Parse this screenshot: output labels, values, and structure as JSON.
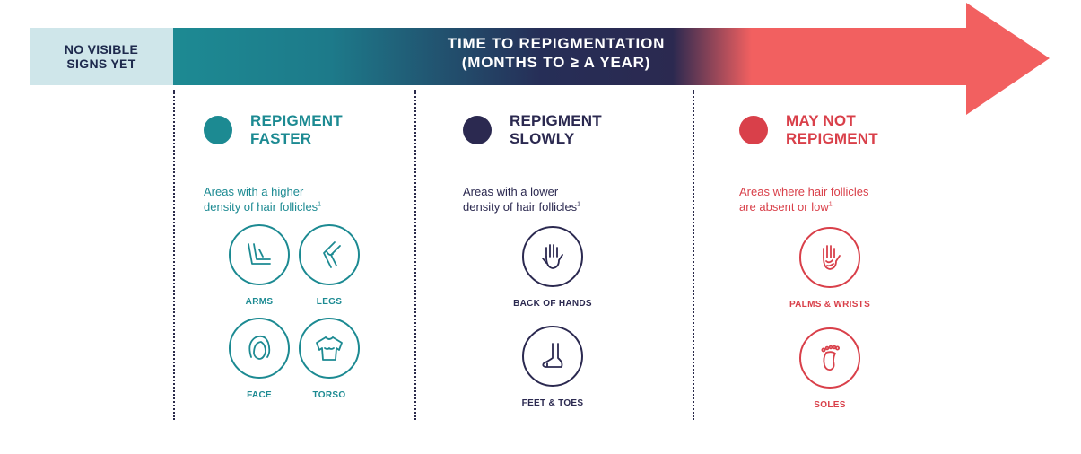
{
  "timeline": {
    "start_label": "NO VISIBLE\nSIGNS YET",
    "arrow_title_line1": "TIME TO REPIGMENTATION",
    "arrow_title_line2": "(MONTHS TO ≥ A YEAR)",
    "colors": {
      "start_box": "#cfe6ea",
      "teal": "#1d8a93",
      "navy": "#2b2950",
      "coral": "#f26060"
    }
  },
  "columns": [
    {
      "heading": "REPIGMENT\nFASTER",
      "description": "Areas with a higher\ndensity of hair follicles",
      "superscript": "1",
      "color": "#1c8a92",
      "areas": [
        {
          "label": "ARMS",
          "icon": "arm-icon"
        },
        {
          "label": "LEGS",
          "icon": "leg-icon"
        },
        {
          "label": "FACE",
          "icon": "face-icon"
        },
        {
          "label": "TORSO",
          "icon": "torso-icon"
        }
      ]
    },
    {
      "heading": "REPIGMENT\nSLOWLY",
      "description": "Areas with a lower\ndensity of hair follicles",
      "superscript": "1",
      "color": "#2b2950",
      "areas": [
        {
          "label": "BACK OF HANDS",
          "icon": "back-of-hand-icon"
        },
        {
          "label": "FEET & TOES",
          "icon": "foot-icon"
        }
      ]
    },
    {
      "heading": "MAY NOT\nREPIGMENT",
      "description": "Areas where hair follicles\nare absent or low",
      "superscript": "1",
      "color": "#d9404a",
      "areas": [
        {
          "label": "PALMS & WRISTS",
          "icon": "palm-icon"
        },
        {
          "label": "SOLES",
          "icon": "sole-icon"
        }
      ]
    }
  ]
}
